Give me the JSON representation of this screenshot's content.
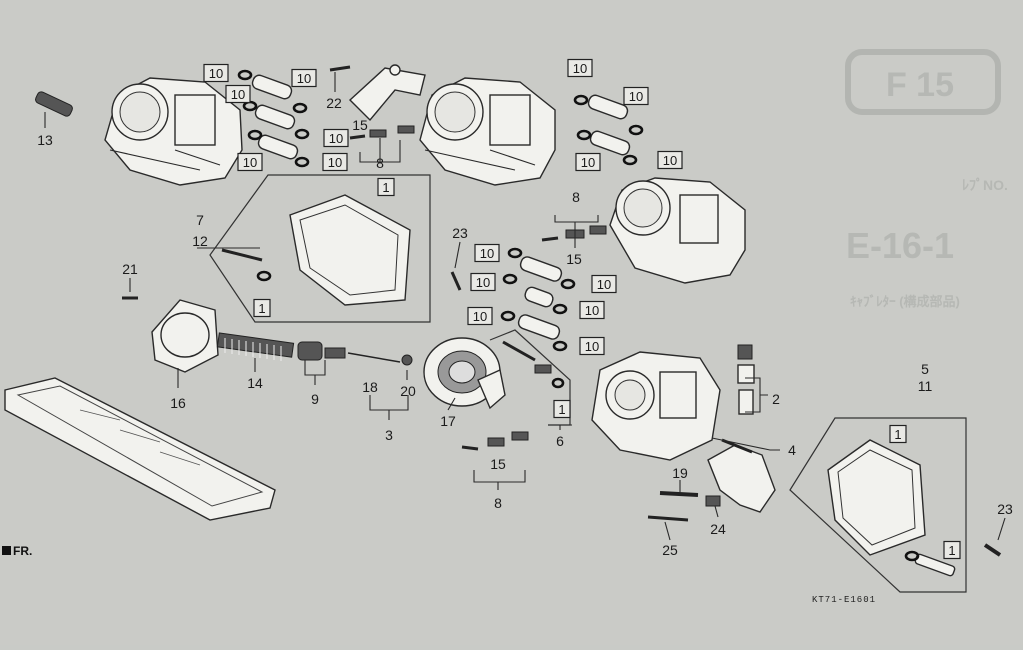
{
  "ghost_text": {
    "page_no": "F 15",
    "ref_no": "E-16-1",
    "ref_label": "ﾚﾌﾟNO.",
    "ref_sub": "ｷｬﾌﾞﾚﾀｰ (構成部品)"
  },
  "drawing_code": "KT71-E1601",
  "front_marker": "FR.",
  "callouts": [
    {
      "id": "c13",
      "text": "13"
    },
    {
      "id": "c22",
      "text": "22"
    },
    {
      "id": "c15a",
      "text": "15"
    },
    {
      "id": "c8a",
      "text": "8"
    },
    {
      "id": "c7",
      "text": "7"
    },
    {
      "id": "c12",
      "text": "12"
    },
    {
      "id": "c21",
      "text": "21"
    },
    {
      "id": "c23a",
      "text": "23"
    },
    {
      "id": "c8b",
      "text": "8"
    },
    {
      "id": "c15b",
      "text": "15"
    },
    {
      "id": "c14",
      "text": "14"
    },
    {
      "id": "c16",
      "text": "16"
    },
    {
      "id": "c9",
      "text": "9"
    },
    {
      "id": "c18",
      "text": "18"
    },
    {
      "id": "c20",
      "text": "20"
    },
    {
      "id": "c3",
      "text": "3"
    },
    {
      "id": "c17",
      "text": "17"
    },
    {
      "id": "c6",
      "text": "6"
    },
    {
      "id": "c2",
      "text": "2"
    },
    {
      "id": "c4",
      "text": "4"
    },
    {
      "id": "c5",
      "text": "5"
    },
    {
      "id": "c11",
      "text": "11"
    },
    {
      "id": "c15c",
      "text": "15"
    },
    {
      "id": "c8c",
      "text": "8"
    },
    {
      "id": "c19",
      "text": "19"
    },
    {
      "id": "c24",
      "text": "24"
    },
    {
      "id": "c25",
      "text": "25"
    },
    {
      "id": "c23b",
      "text": "23"
    }
  ],
  "boxed_labels": {
    "ten": "10",
    "one": "1"
  }
}
